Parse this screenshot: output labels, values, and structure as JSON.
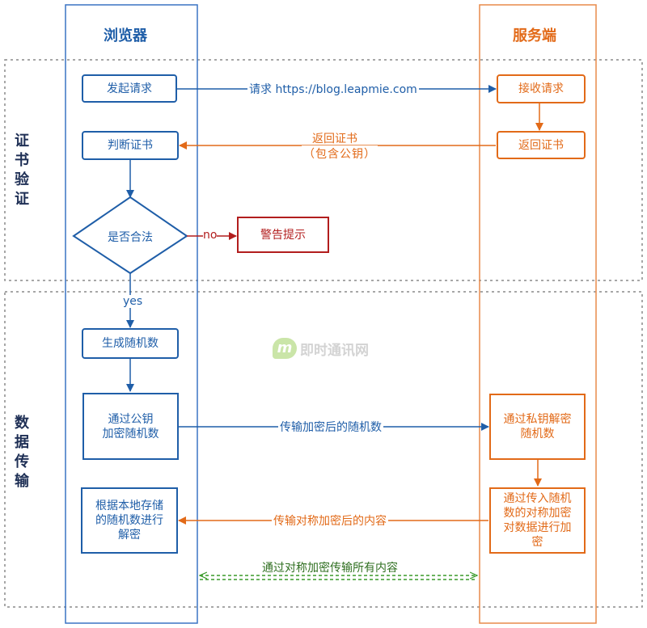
{
  "lanes": {
    "browser": "浏览器",
    "server": "服务端"
  },
  "sections": {
    "cert": "证书验证",
    "data": "数据传输"
  },
  "nodes": {
    "initiate": "发起请求",
    "judge_cert": "判断证书",
    "is_legal": "是否合法",
    "warning": "警告提示",
    "gen_random": "生成随机数",
    "encrypt_pubkey": "通过公钥\n加密随机数",
    "decrypt_local": "根据本地存储\n的随机数进行\n解密",
    "receive": "接收请求",
    "return_cert": "返回证书",
    "decrypt_private": "通过私钥解密\n随机数",
    "encrypt_data": "通过传入随机\n数的对称加密\n对数据进行加\n密"
  },
  "edges": {
    "request": "请求 https://blog.leapmie.com",
    "return_cert_1": "返回证书",
    "return_cert_2": "（包含公钥）",
    "no": "no",
    "yes": "yes",
    "send_random": "传输加密后的随机数",
    "send_content": "传输对称加密后的内容",
    "symmetric": "通过对称加密传输所有内容"
  },
  "watermark": {
    "brand": "即时通讯网"
  },
  "colors": {
    "blue": "#1f5ea8",
    "orange": "#e26a18",
    "red": "#b21d1d",
    "green": "#3a9a2a",
    "gray": "#888888"
  }
}
